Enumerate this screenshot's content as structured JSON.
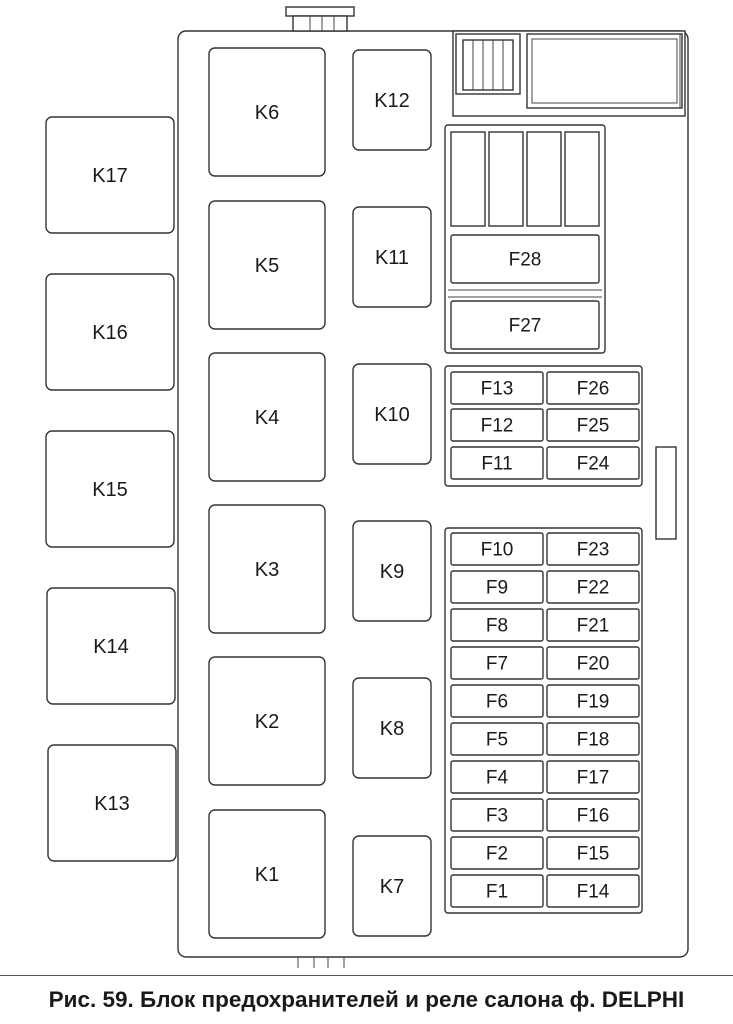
{
  "relays": [
    {
      "id": "k1",
      "label": "K1"
    },
    {
      "id": "k2",
      "label": "K2"
    },
    {
      "id": "k3",
      "label": "K3"
    },
    {
      "id": "k4",
      "label": "K4"
    },
    {
      "id": "k5",
      "label": "K5"
    },
    {
      "id": "k6",
      "label": "K6"
    },
    {
      "id": "k7",
      "label": "K7"
    },
    {
      "id": "k8",
      "label": "K8"
    },
    {
      "id": "k9",
      "label": "K9"
    },
    {
      "id": "k10",
      "label": "K10"
    },
    {
      "id": "k11",
      "label": "K11"
    },
    {
      "id": "k12",
      "label": "K12"
    },
    {
      "id": "k13",
      "label": "K13"
    },
    {
      "id": "k14",
      "label": "K14"
    },
    {
      "id": "k15",
      "label": "K15"
    },
    {
      "id": "k16",
      "label": "K16"
    },
    {
      "id": "k17",
      "label": "K17"
    }
  ],
  "fuses": [
    {
      "id": "f1",
      "label": "F1"
    },
    {
      "id": "f2",
      "label": "F2"
    },
    {
      "id": "f3",
      "label": "F3"
    },
    {
      "id": "f4",
      "label": "F4"
    },
    {
      "id": "f5",
      "label": "F5"
    },
    {
      "id": "f6",
      "label": "F6"
    },
    {
      "id": "f7",
      "label": "F7"
    },
    {
      "id": "f8",
      "label": "F8"
    },
    {
      "id": "f9",
      "label": "F9"
    },
    {
      "id": "f10",
      "label": "F10"
    },
    {
      "id": "f11",
      "label": "F11"
    },
    {
      "id": "f12",
      "label": "F12"
    },
    {
      "id": "f13",
      "label": "F13"
    },
    {
      "id": "f14",
      "label": "F14"
    },
    {
      "id": "f15",
      "label": "F15"
    },
    {
      "id": "f16",
      "label": "F16"
    },
    {
      "id": "f17",
      "label": "F17"
    },
    {
      "id": "f18",
      "label": "F18"
    },
    {
      "id": "f19",
      "label": "F19"
    },
    {
      "id": "f20",
      "label": "F20"
    },
    {
      "id": "f21",
      "label": "F21"
    },
    {
      "id": "f22",
      "label": "F22"
    },
    {
      "id": "f23",
      "label": "F23"
    },
    {
      "id": "f24",
      "label": "F24"
    },
    {
      "id": "f25",
      "label": "F25"
    },
    {
      "id": "f26",
      "label": "F26"
    },
    {
      "id": "f27",
      "label": "F27"
    },
    {
      "id": "f28",
      "label": "F28"
    }
  ],
  "caption": "Рис. 59. Блок предохранителей и реле салона ф. DELPHI"
}
